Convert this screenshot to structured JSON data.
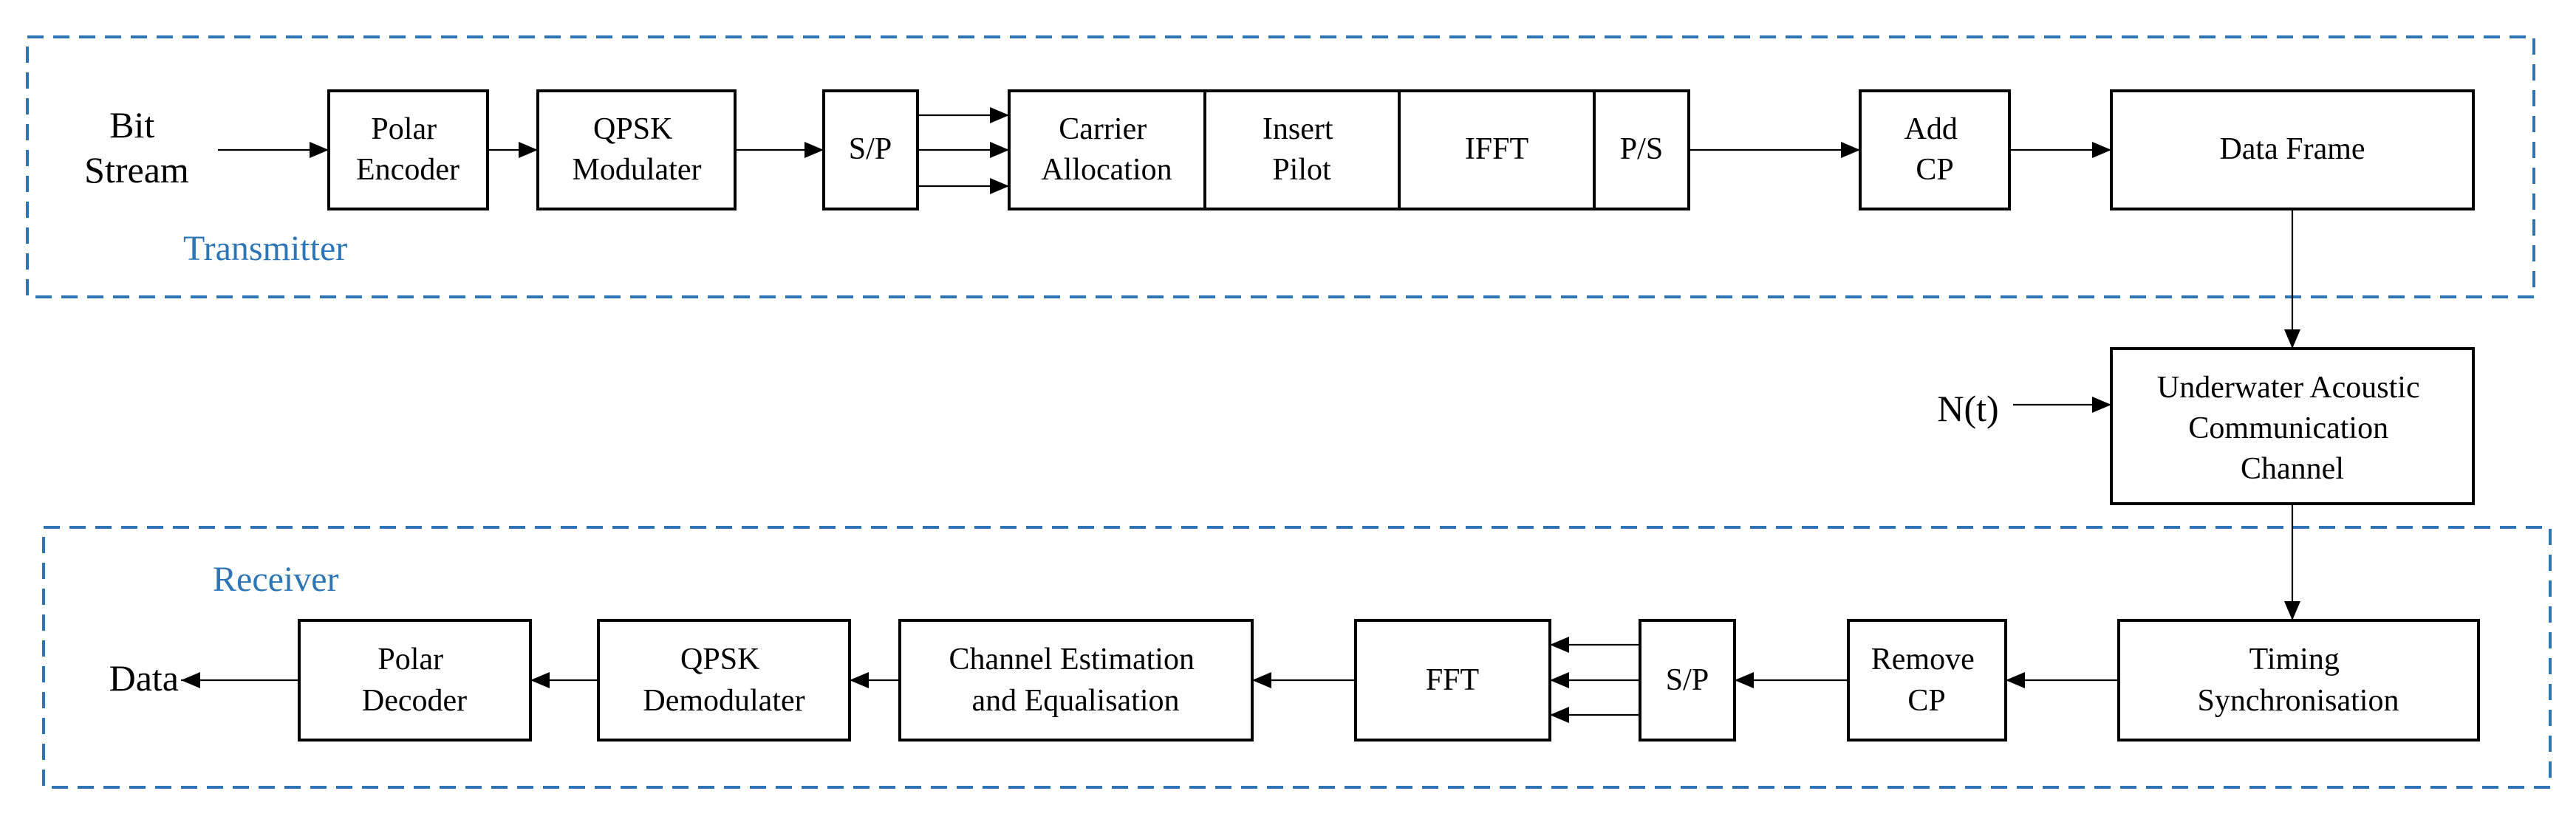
{
  "colors": {
    "region_border": "#2e75b6",
    "region_label": "#2e75b6",
    "block_border": "#000000",
    "arrow": "#000000"
  },
  "regions": {
    "transmitter": "Transmitter",
    "receiver": "Receiver"
  },
  "inputs": {
    "bit_stream": [
      "Bit",
      "Stream"
    ],
    "noise": "N(t)",
    "data_out": "Data"
  },
  "blocks": {
    "polar_encoder": [
      "Polar",
      "Encoder"
    ],
    "qpsk_modulater": [
      "QPSK",
      "Modulater"
    ],
    "sp_tx": [
      "S/P"
    ],
    "carrier_allocation": [
      "Carrier",
      "Allocation"
    ],
    "insert_pilot": [
      "Insert",
      "Pilot"
    ],
    "ifft": [
      "IFFT"
    ],
    "ps": [
      "P/S"
    ],
    "add_cp": [
      "Add",
      "CP"
    ],
    "data_frame": [
      "Data Frame"
    ],
    "uw_channel": [
      "Underwater Acoustic",
      "Communication",
      "Channel"
    ],
    "timing_sync": [
      "Timing",
      "Synchronisation"
    ],
    "remove_cp": [
      "Remove",
      "CP"
    ],
    "sp_rx": [
      "S/P"
    ],
    "fft": [
      "FFT"
    ],
    "channel_est": [
      "Channel Estimation",
      "and Equalisation"
    ],
    "qpsk_demodulater": [
      "QPSK",
      "Demodulater"
    ],
    "polar_decoder": [
      "Polar",
      "Decoder"
    ]
  }
}
